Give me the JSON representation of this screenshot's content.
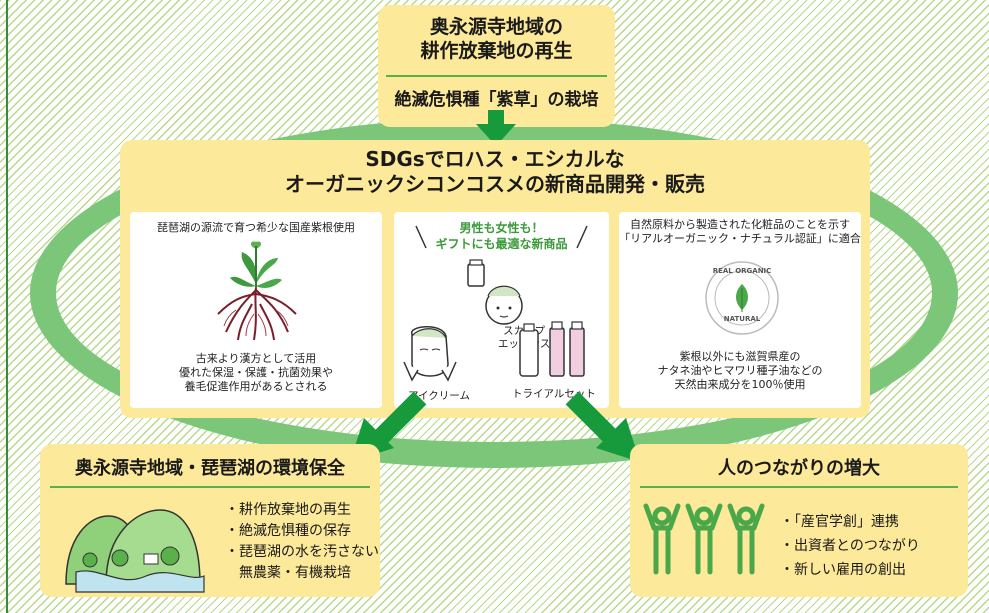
{
  "top": {
    "title_line1": "奥永源寺地域の",
    "title_line2": "耕作放棄地の再生",
    "subtitle": "絶滅危惧種「紫草」の栽培"
  },
  "middle": {
    "title_line1": "SDGsでロハス・エシカルな",
    "title_line2": "オーガニックシコンコスメの新商品開発・販売",
    "left_panel": {
      "header": "琵琶湖の源流で育つ希少な国産紫根使用",
      "body": [
        "古来より漢方として活用",
        "優れた保湿・保護・抗菌効果や",
        "養毛促進作用があるとされる"
      ]
    },
    "center_panel": {
      "header": [
        "男性も女性も！",
        "ギフトにも最適な新商品"
      ],
      "label_scalp": [
        "スカルプ",
        "エッセンス"
      ],
      "label_eye": "アイクリーム",
      "label_trial": "トライアルセット"
    },
    "right_panel": {
      "header": [
        "自然原料から製造された化粧品のことを示す",
        "「リアルオーガニック・ナチュラル認証」に適合"
      ],
      "badge_top": "REAL ORGANIC",
      "badge_bottom": "NATURAL",
      "body": [
        "紫根以外にも滋賀県産の",
        "ナタネ油やヒマワリ種子油などの",
        "天然由来成分を100％使用"
      ]
    }
  },
  "bottom_left": {
    "title": "奥永源寺地域・琵琶湖の環境保全",
    "items": [
      "・耕作放棄地の再生",
      "・絶滅危惧種の保存",
      "・琵琶湖の水を汚さない",
      "　無農薬・有機栽培"
    ]
  },
  "bottom_right": {
    "title": "人のつながりの増大",
    "items": [
      "・「産官学創」連携",
      "・出資者とのつながり",
      "・新しい雇用の創出"
    ]
  },
  "colors": {
    "box_yellow": "#fde99a",
    "accent_green": "#5ab04b",
    "ring_green": "#7cc67a",
    "arrow_green": "#169a3c",
    "hatch_green": "#b7d98a"
  }
}
